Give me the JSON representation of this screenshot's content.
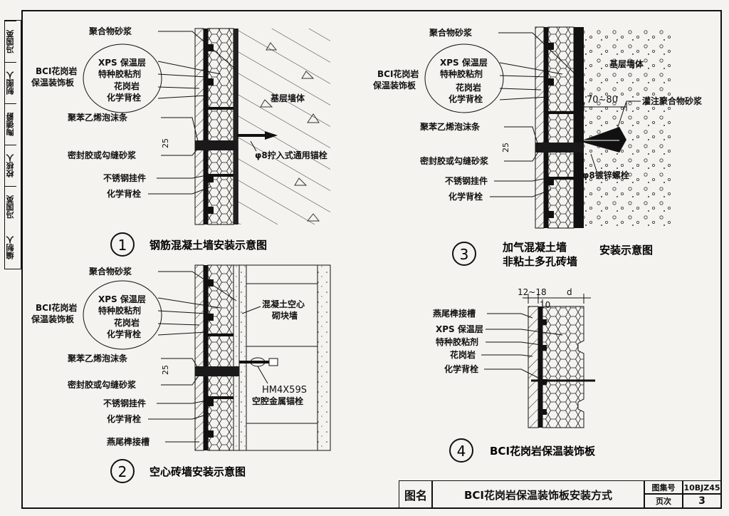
{
  "margin_labels": [
    "冯国英",
    "制图人",
    "陶德爵",
    "校核人",
    "冯国英",
    "编制人"
  ],
  "labels": {
    "polymer_mortar": "聚合物砂浆",
    "xps": "XPS 保温层",
    "special_glue": "特种胶粘剂",
    "granite": "花岗岩",
    "chem_bolt": "化学背栓",
    "bci_board_line1": "BCI花岗岩",
    "bci_board_line2": "保温装饰板",
    "ps_strip": "聚苯乙烯泡沫条",
    "sealant": "密封胶或勾缝砂浆",
    "ss_hanger": "不锈钢挂件",
    "dovetail": "燕尾榫接槽",
    "base_wall": "基层墙体",
    "anchor1": "φ8拧入式通用锚栓",
    "hollow_block_line1": "混凝土空心",
    "hollow_block_line2": "砌块墙",
    "anchor2_line1": "HM4X59S",
    "anchor2_line2": "空腔金属锚栓",
    "depth": "70~80",
    "grout": "灌注聚合物砂浆",
    "anchor3": "φ8镀锌螺栓",
    "gap": "25"
  },
  "figures": [
    {
      "num": "1",
      "caption": "钢筋混凝土墙安装示意图"
    },
    {
      "num": "2",
      "caption": "空心砖墙安装示意图"
    },
    {
      "num": "3",
      "caption_line1": "加气混凝土墙",
      "caption_line2": "非粘土多孔砖墙",
      "caption_suffix": "安装示意图"
    },
    {
      "num": "4",
      "caption": "BCI花岗岩保温装饰板"
    }
  ],
  "detail4": {
    "dim1": "12~18",
    "dim2": "10",
    "dim3": "d"
  },
  "title_block": {
    "name_label": "图名",
    "title": "BCI花岗岩保温装饰板安装方式",
    "atlas_label": "图集号",
    "atlas_value": "10BJZ45",
    "page_label": "页次",
    "page_value": "3"
  }
}
